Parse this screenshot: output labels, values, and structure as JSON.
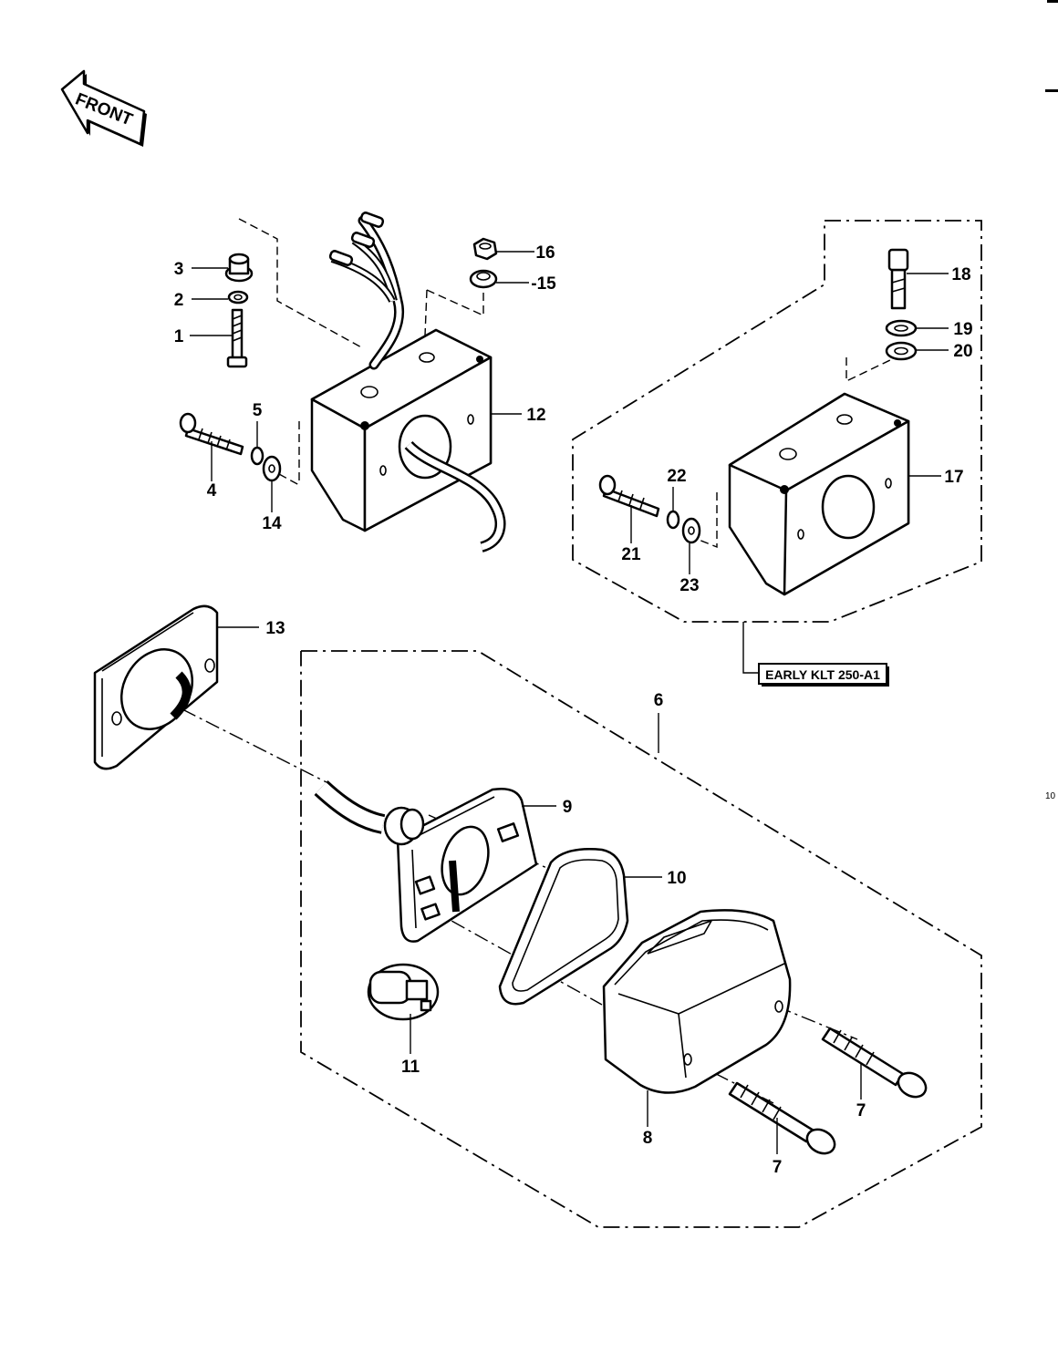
{
  "front_arrow": {
    "label": "FRONT"
  },
  "variant_label": "EARLY KLT 250-A1",
  "page_ref": "10",
  "callouts": [
    {
      "id": "c1",
      "text": "1"
    },
    {
      "id": "c2",
      "text": "2"
    },
    {
      "id": "c3",
      "text": "3"
    },
    {
      "id": "c4",
      "text": "4"
    },
    {
      "id": "c5",
      "text": "5"
    },
    {
      "id": "c6",
      "text": "6"
    },
    {
      "id": "c7a",
      "text": "7"
    },
    {
      "id": "c7b",
      "text": "7"
    },
    {
      "id": "c8",
      "text": "8"
    },
    {
      "id": "c9",
      "text": "9"
    },
    {
      "id": "c10",
      "text": "10"
    },
    {
      "id": "c11",
      "text": "11"
    },
    {
      "id": "c12",
      "text": "12"
    },
    {
      "id": "c13",
      "text": "13"
    },
    {
      "id": "c14",
      "text": "14"
    },
    {
      "id": "c15",
      "text": "-15"
    },
    {
      "id": "c16",
      "text": "16"
    },
    {
      "id": "c17",
      "text": "17"
    },
    {
      "id": "c18",
      "text": "18"
    },
    {
      "id": "c19",
      "text": "19"
    },
    {
      "id": "c20",
      "text": "20"
    },
    {
      "id": "c21",
      "text": "21"
    },
    {
      "id": "c22",
      "text": "22"
    },
    {
      "id": "c23",
      "text": "23"
    }
  ]
}
